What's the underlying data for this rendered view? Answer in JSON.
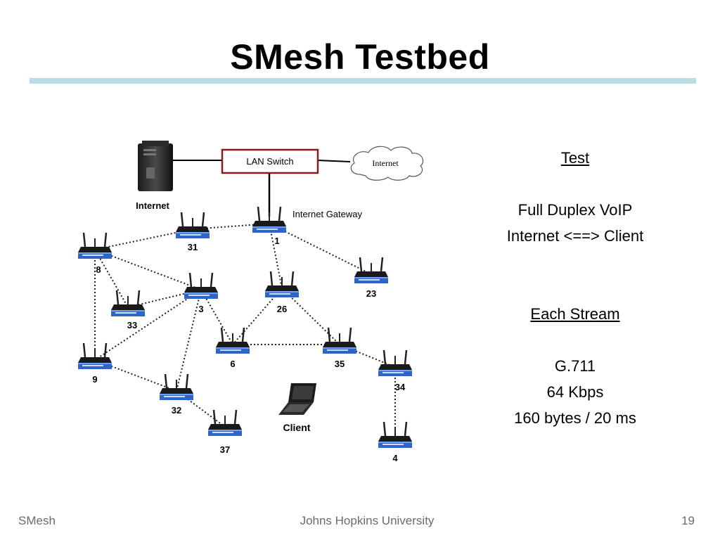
{
  "title": "SMesh Testbed",
  "diagram": {
    "lan_switch": "LAN Switch",
    "internet_cloud": "Internet",
    "server_label": "Internet",
    "gateway_label": "Internet Gateway",
    "client_label": "Client",
    "routers": [
      {
        "id": "31",
        "label": "31"
      },
      {
        "id": "1",
        "label": "1"
      },
      {
        "id": "8",
        "label": "8"
      },
      {
        "id": "23",
        "label": "23"
      },
      {
        "id": "33",
        "label": "33"
      },
      {
        "id": "3",
        "label": "3"
      },
      {
        "id": "26",
        "label": "26"
      },
      {
        "id": "6",
        "label": "6"
      },
      {
        "id": "35",
        "label": "35"
      },
      {
        "id": "34",
        "label": "34"
      },
      {
        "id": "9",
        "label": "9"
      },
      {
        "id": "32",
        "label": "32"
      },
      {
        "id": "37",
        "label": "37"
      },
      {
        "id": "4",
        "label": "4"
      }
    ],
    "links": [
      [
        "31",
        "1"
      ],
      [
        "8",
        "31"
      ],
      [
        "1",
        "23"
      ],
      [
        "1",
        "26"
      ],
      [
        "8",
        "3"
      ],
      [
        "8",
        "33"
      ],
      [
        "8",
        "9"
      ],
      [
        "33",
        "3"
      ],
      [
        "3",
        "6"
      ],
      [
        "3",
        "9"
      ],
      [
        "3",
        "32"
      ],
      [
        "26",
        "6"
      ],
      [
        "26",
        "35"
      ],
      [
        "6",
        "35"
      ],
      [
        "35",
        "34"
      ],
      [
        "34",
        "4"
      ],
      [
        "9",
        "32"
      ],
      [
        "32",
        "37"
      ]
    ]
  },
  "side": {
    "test_heading": "Test",
    "test_line1": "Full Duplex VoIP",
    "test_line2": "Internet <==> Client",
    "stream_heading": "Each Stream",
    "stream_line1": "G.711",
    "stream_line2": "64 Kbps",
    "stream_line3": "160 bytes / 20 ms"
  },
  "footer": {
    "left": "SMesh",
    "center": "Johns Hopkins University",
    "page": "19"
  }
}
